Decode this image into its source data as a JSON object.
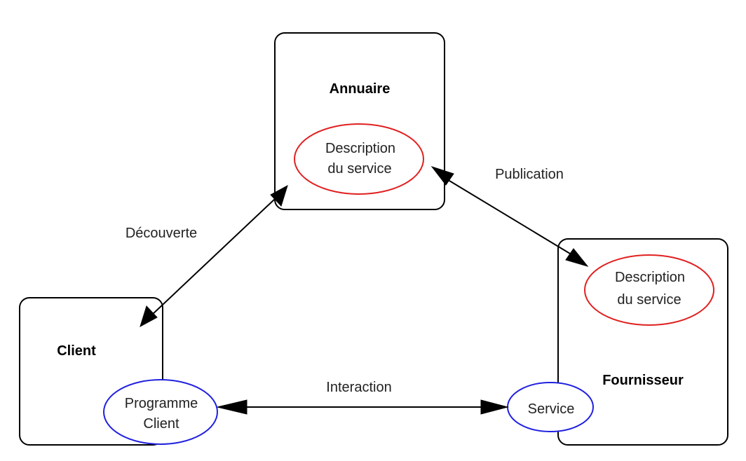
{
  "colors": {
    "red_ellipse": "#e02020",
    "blue_ellipse": "#2020e0"
  },
  "nodes": {
    "annuaire": {
      "title": "Annuaire",
      "description_line1": "Description",
      "description_line2": "du service"
    },
    "client": {
      "title": "Client",
      "program_line1": "Programme",
      "program_line2": "Client"
    },
    "fournisseur": {
      "title": "Fournisseur",
      "description_line1": "Description",
      "description_line2": "du service",
      "service_label": "Service"
    }
  },
  "edges": {
    "publication": "Publication",
    "decouverte": "Découverte",
    "interaction": "Interaction"
  }
}
